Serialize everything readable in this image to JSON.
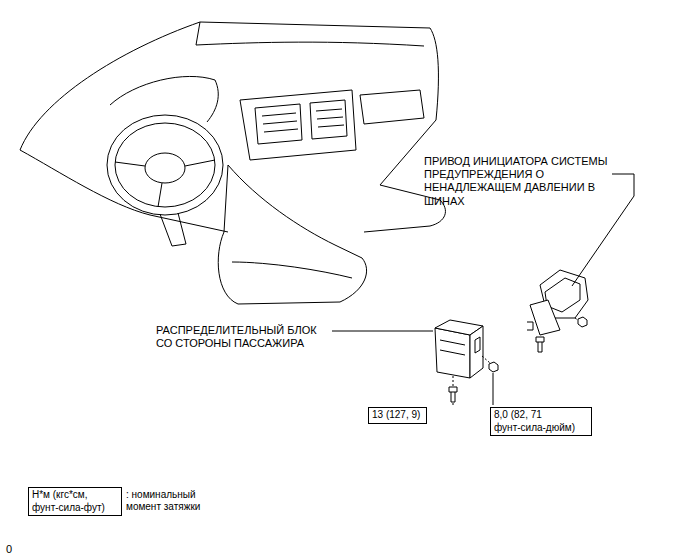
{
  "diagram": {
    "nodes": [
      {
        "text": [
          "13 (127, 9)"
        ]
      },
      {
        "text": [
          "8,0 (82, 71 фунт-сила-дюйм)"
        ]
      },
      {
        "text": [
          "Н*м (кгс*см, фунт-сила-фут)"
        ]
      }
    ],
    "labels": [
      "ПРИВОД ИНИЦИАТОРА СИСТЕМЫ ПРЕДУПРЕЖДЕНИЯ О НЕНАДЛЕЖАЩЕМ ДАВЛЕНИИ В ШИНАХ",
      "РАСПРЕДЕЛИТЕЛЬНЫЙ БЛОК СО СТОРОНЫ ПАССАЖИРА",
      ": номинальный момент затяжки",
      "0"
    ]
  }
}
